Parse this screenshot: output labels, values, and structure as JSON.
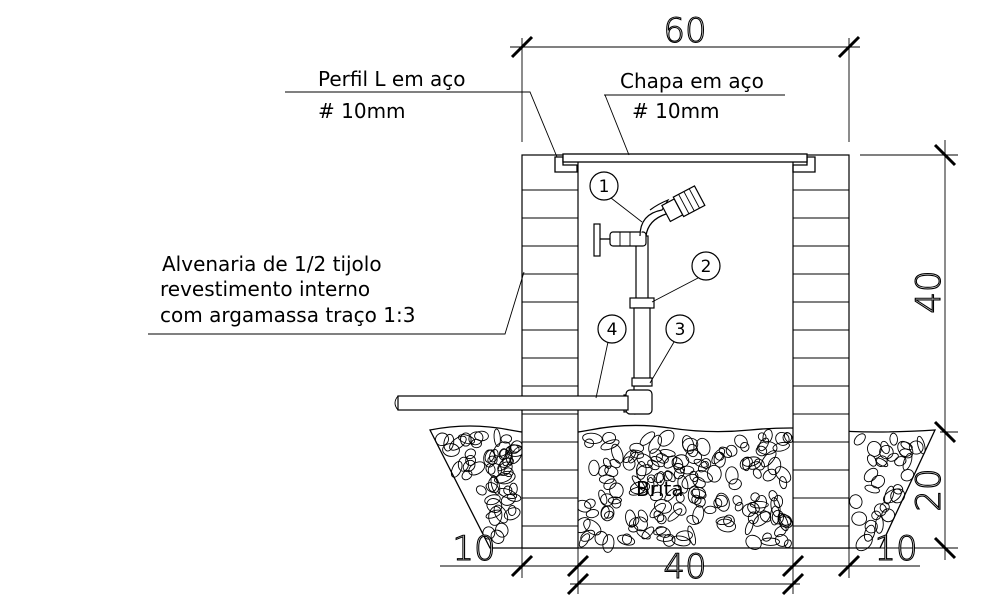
{
  "labels": {
    "perfil_line1": "Perfil L em aço",
    "perfil_line2": "# 10mm",
    "chapa_line1": "Chapa em aço",
    "chapa_line2": "# 10mm",
    "alvenaria_line1": "Alvenaria de 1/2 tijolo",
    "alvenaria_line2": "revestimento interno",
    "alvenaria_line3": "com argamassa traço 1:3",
    "brita": "Brita"
  },
  "dimensions": {
    "top_width": "60",
    "right_height_upper": "40",
    "right_height_lower": "20",
    "bottom_inner_width": "40",
    "bottom_left_offset": "10",
    "bottom_right_offset": "10"
  },
  "callouts": [
    "1",
    "2",
    "3",
    "4"
  ]
}
